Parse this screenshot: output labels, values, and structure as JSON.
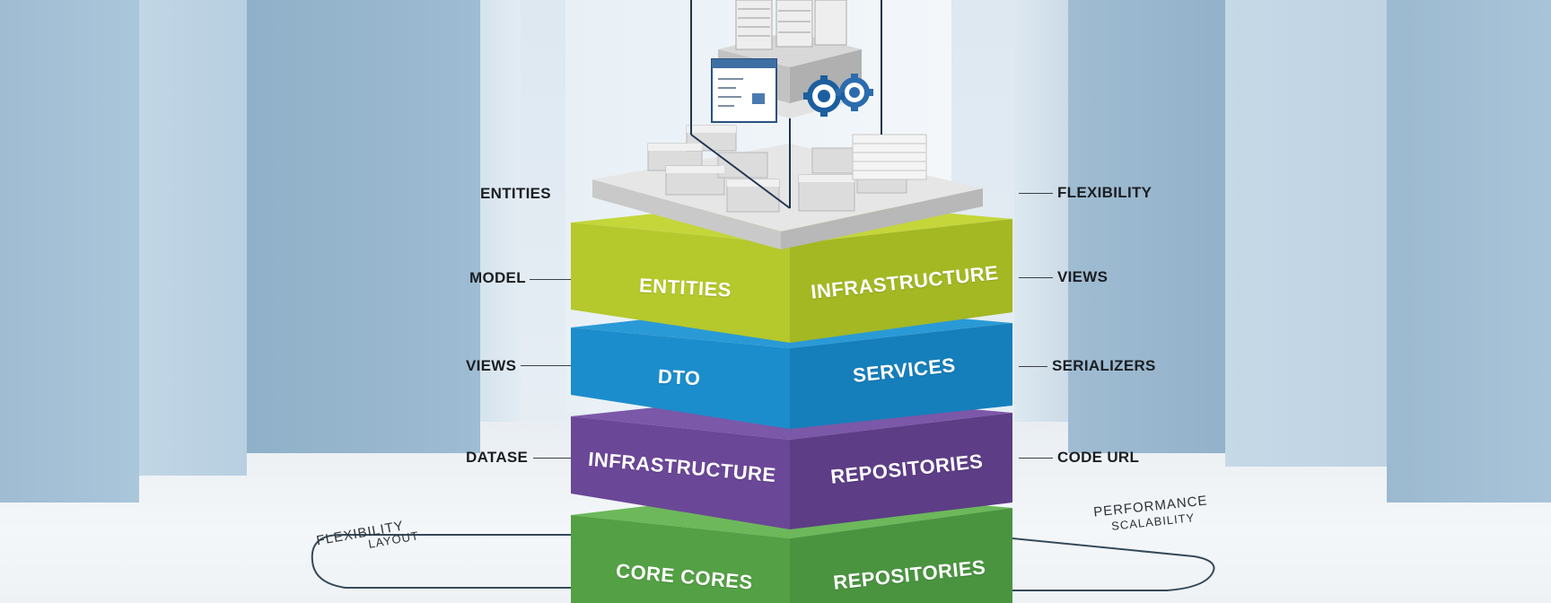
{
  "colors": {
    "layer_green_top": "#b4c92c",
    "layer_blue": "#1c8fcf",
    "layer_purple": "#6a4796",
    "layer_green_bottom": "#56a145",
    "platform": "#e4e4e4",
    "label_text": "#1b1e22"
  },
  "left_labels": [
    "ENTITIES",
    "MODEL",
    "VIEWS",
    "DATASE"
  ],
  "right_labels": [
    "FLEXIBILITY",
    "VIEWS",
    "SERIALIZERS",
    "CODE URL"
  ],
  "layers": [
    {
      "left": "ENTITIES",
      "right": "INFRASTRUCTURE"
    },
    {
      "left": "DTO",
      "right": "SERVICES"
    },
    {
      "left": "INFRASTRUCTURE",
      "right": "REPOSITORIES"
    },
    {
      "left": "CORE CORES",
      "right": "REPOSITORIES"
    }
  ],
  "floor_labels": {
    "left_line1": "FLEXIBILITY",
    "left_line2": "LAYOUT",
    "right_line1": "PERFORMANCE",
    "right_line2": "SCALABILITY"
  },
  "icons": [
    "server-stack-icon",
    "document-panel-icon",
    "gears-icon",
    "blocks-icon"
  ]
}
